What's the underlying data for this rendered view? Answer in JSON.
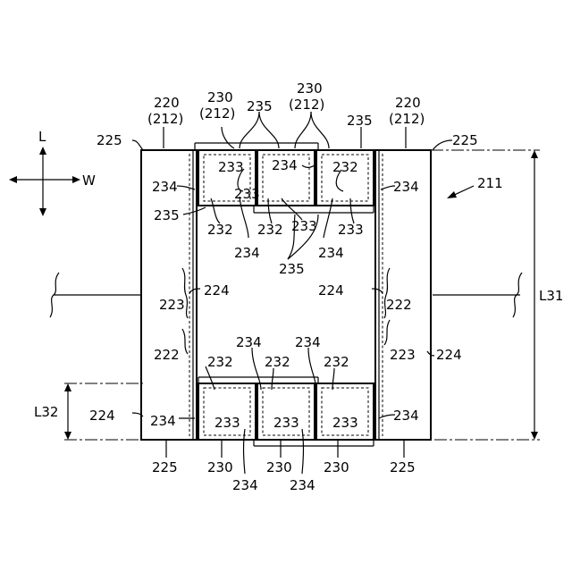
{
  "figure": {
    "reference": "211",
    "directions": {
      "longitudinal": "L",
      "width": "W"
    },
    "dimensions": {
      "overall_length": "L31",
      "tile_length": "L32"
    },
    "outer_tiles": [
      {
        "label": "220",
        "sublabel": "(212)",
        "side": "left"
      },
      {
        "label": "220",
        "sublabel": "(212)",
        "side": "right"
      }
    ],
    "top_tiles": [
      {
        "label": "230",
        "sublabel": "(212)"
      },
      {
        "label": "230",
        "sublabel": "(212)"
      }
    ],
    "labels": {
      "edge": "225",
      "seal": "235",
      "inner_edge": "234",
      "connector": "232",
      "gap": "233",
      "slot": "223",
      "rib": "222",
      "inner_side": "224",
      "tile": "230"
    }
  }
}
